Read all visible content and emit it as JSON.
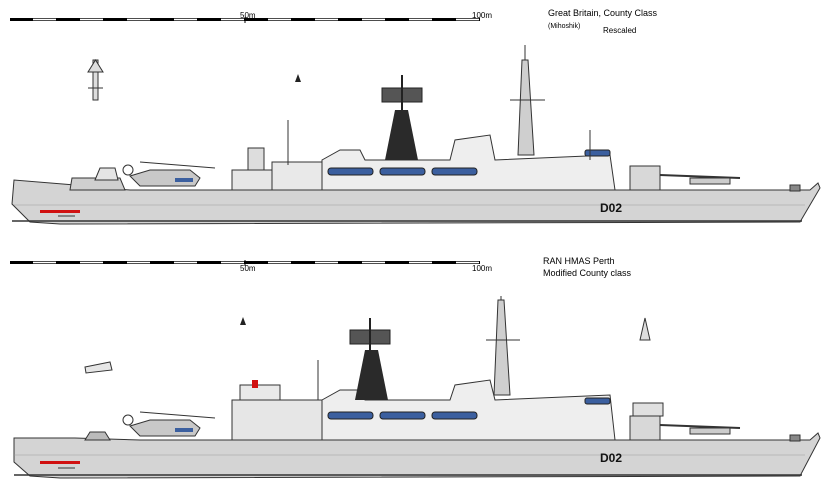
{
  "top": {
    "scale": {
      "zero": "",
      "mid": "50m",
      "end": "100m"
    },
    "title": "Great Britain,  County Class",
    "author": "(Mihoshik)",
    "note": "Rescaled",
    "hull_number": "D02",
    "hull_color": "#d4d4d4",
    "boat_color": "#3b5f9f"
  },
  "bottom": {
    "scale": {
      "zero": "",
      "mid": "50m",
      "end": "100m"
    },
    "title": "RAN HMAS Perth",
    "subtitle": "Modified County class",
    "hull_number": "D02",
    "hull_color": "#d4d4d4",
    "boat_color": "#3b5f9f"
  },
  "colors": {
    "outline": "#333333",
    "hull_dark": "#8a8a8a",
    "deck_white": "#f4f4f4",
    "red_mark": "#d01010",
    "mast_dark": "#2a2a2a"
  }
}
